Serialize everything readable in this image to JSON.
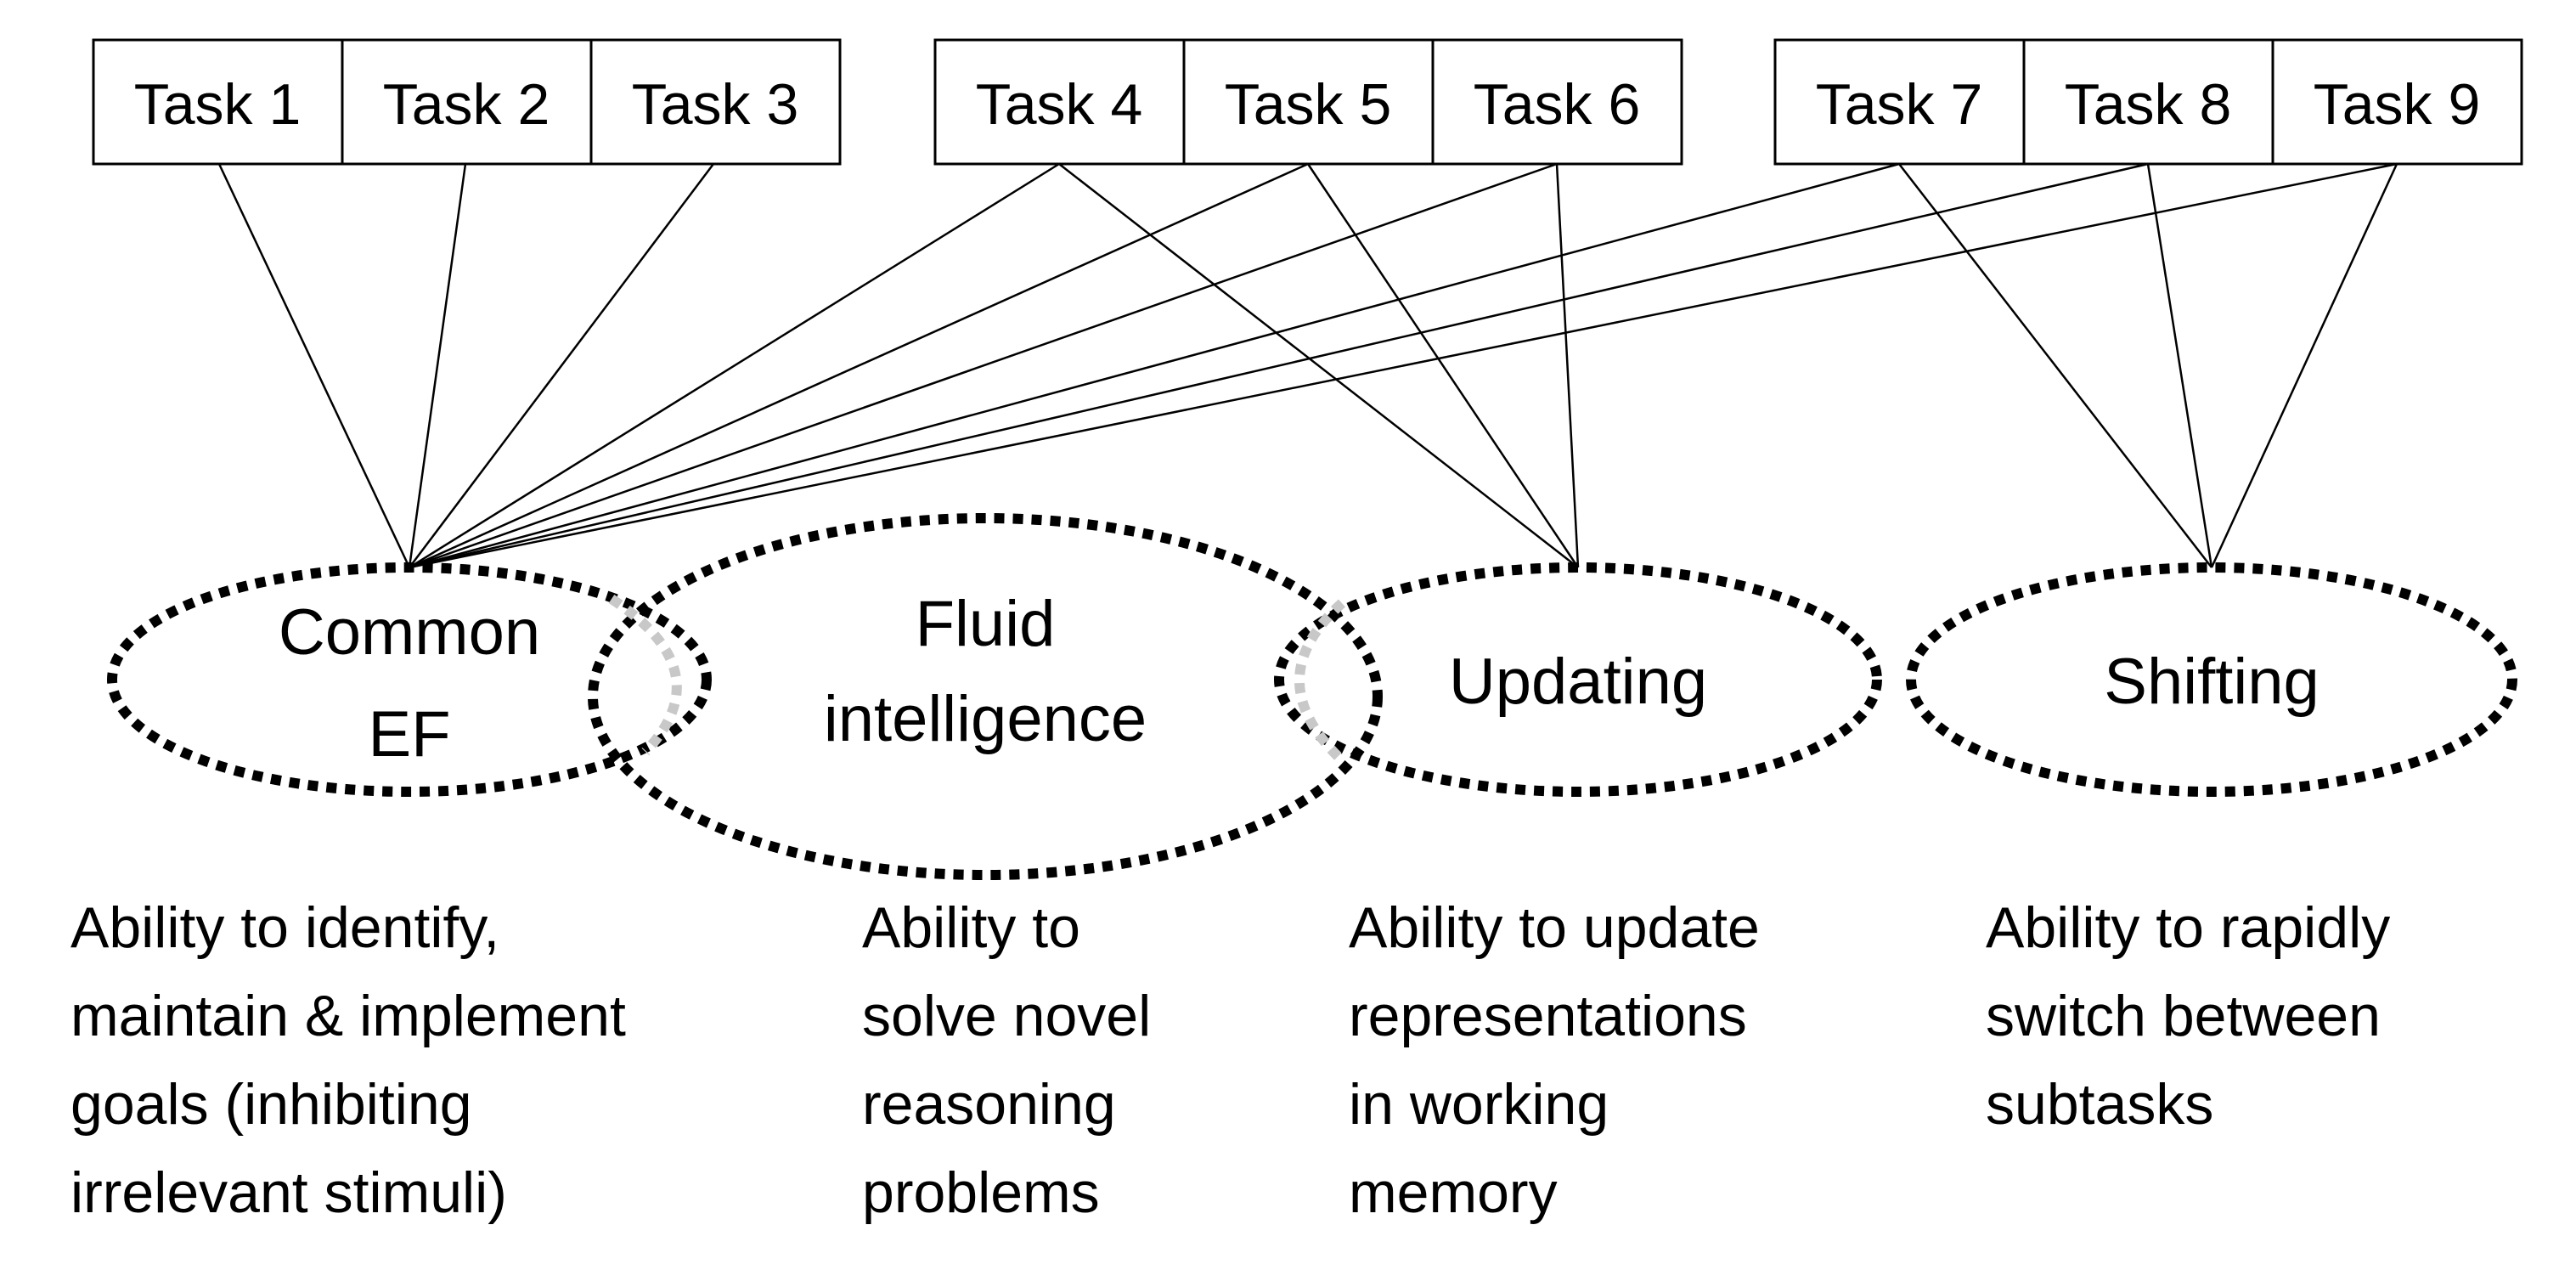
{
  "tasks": [
    "Task 1",
    "Task 2",
    "Task 3",
    "Task 4",
    "Task 5",
    "Task 6",
    "Task 7",
    "Task 8",
    "Task 9"
  ],
  "factors": {
    "common": {
      "label": "Common\nEF",
      "description": "Ability to identify,\nmaintain & implement\ngoals (inhibiting\nirrelevant stimuli)"
    },
    "fluid": {
      "label": "Fluid\nintelligence",
      "description": "Ability to\nsolve novel\nreasoning\nproblems"
    },
    "updating": {
      "label": "Updating",
      "description": "Ability to update\nrepresentations\nin working\nmemory"
    },
    "shifting": {
      "label": "Shifting",
      "description": "Ability to rapidly\nswitch between\nsubtasks"
    }
  },
  "loadings": {
    "common": [
      "Task 1",
      "Task 2",
      "Task 3",
      "Task 4",
      "Task 5",
      "Task 6",
      "Task 7",
      "Task 8",
      "Task 9"
    ],
    "updating": [
      "Task 4",
      "Task 5",
      "Task 6"
    ],
    "shifting": [
      "Task 7",
      "Task 8",
      "Task 9"
    ]
  },
  "colors": {
    "outline": "#000000",
    "dotted_ellipse": "#000000",
    "overlap_dashes": "#c8c8c8"
  }
}
